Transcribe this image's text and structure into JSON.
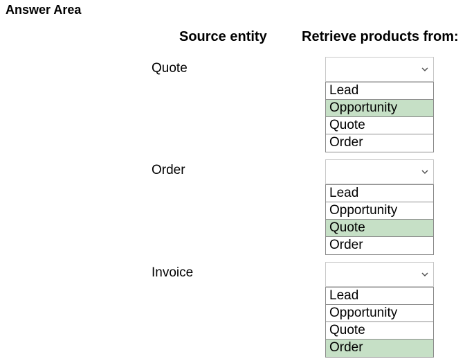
{
  "title": "Answer Area",
  "headers": {
    "source": "Source entity",
    "target": "Retrieve products from:"
  },
  "colors": {
    "selected_option_bg": "#c6e0c6",
    "dropdown_border": "#c8c8c8",
    "option_border": "#8c8c8c"
  },
  "rows": [
    {
      "source": "Quote",
      "dropdown_value": "",
      "options": [
        "Lead",
        "Opportunity",
        "Quote",
        "Order"
      ],
      "selected": "Opportunity"
    },
    {
      "source": "Order",
      "dropdown_value": "",
      "options": [
        "Lead",
        "Opportunity",
        "Quote",
        "Order"
      ],
      "selected": "Quote"
    },
    {
      "source": "Invoice",
      "dropdown_value": "",
      "options": [
        "Lead",
        "Opportunity",
        "Quote",
        "Order"
      ],
      "selected": "Order"
    }
  ]
}
